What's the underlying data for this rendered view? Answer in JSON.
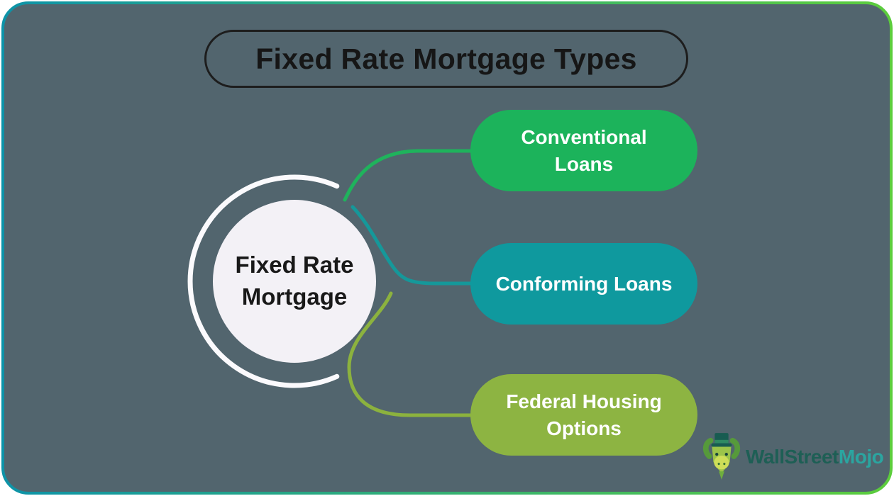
{
  "title": {
    "label": "Fixed Rate Mortgage Types",
    "ink_color": "#1d1d1d"
  },
  "center": {
    "label": "Fixed Rate Mortgage",
    "circle_fill": "#f3f1f6",
    "ring_color": "#fbfafd"
  },
  "branches": [
    {
      "label": "Conventional Loans",
      "pill_color": "#1cb35b",
      "connector_color": "#1fb35c"
    },
    {
      "label": "Conforming Loans",
      "pill_color": "#0f999e",
      "connector_color": "#15989a"
    },
    {
      "label": "Federal Housing Options",
      "pill_color": "#8db442",
      "connector_color": "#8cb23e"
    }
  ],
  "frame": {
    "background": "#52656e",
    "border_gradient_left": "#0d93a8",
    "border_gradient_right": "#5ccd3c"
  },
  "logo": {
    "brand_part1": "WallStreet",
    "brand_part2": "Mojo",
    "part1_color": "#1e5f55",
    "part2_color": "#2ba5a0",
    "mascot_icon": "bull-with-top-hat-icon"
  }
}
